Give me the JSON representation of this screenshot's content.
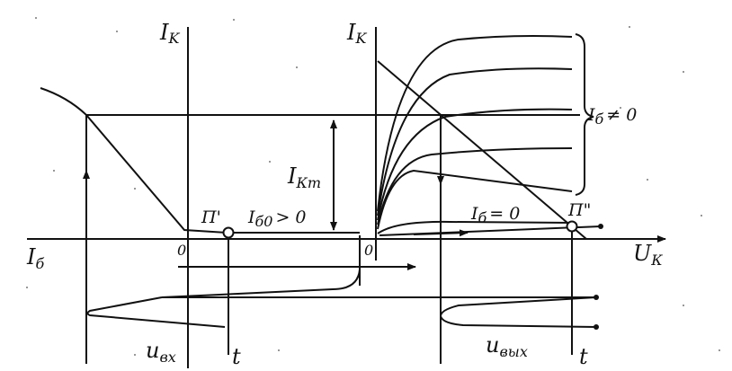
{
  "labels": {
    "ik_left": "I",
    "ik_left_sub": "K",
    "ik_right": "I",
    "ik_right_sub": "K",
    "ib_axis": "I",
    "ib_axis_sub": "б",
    "uk_axis": "U",
    "uk_axis_sub": "К",
    "ikm": "I",
    "ikm_sub": "Кm",
    "ib0_gt": "I",
    "ib0_gt_sub": "б0",
    "ib0_gt_rel": "> 0",
    "ib_eq": "I",
    "ib_eq_sub": "б",
    "ib_eq_rel": "= 0",
    "ib_ne": "I",
    "ib_ne_sub": "б",
    "ib_ne_rel": "≠ 0",
    "point_left": "П'",
    "point_right": "П\"",
    "zero_left": "0",
    "zero_right": "0",
    "t_left": "t",
    "t_right": "t",
    "u_in": "u",
    "u_in_sub": "вх",
    "u_out": "u",
    "u_out_sub": "вых"
  },
  "colors": {
    "ink": "#111111",
    "background": "#ffffff"
  }
}
